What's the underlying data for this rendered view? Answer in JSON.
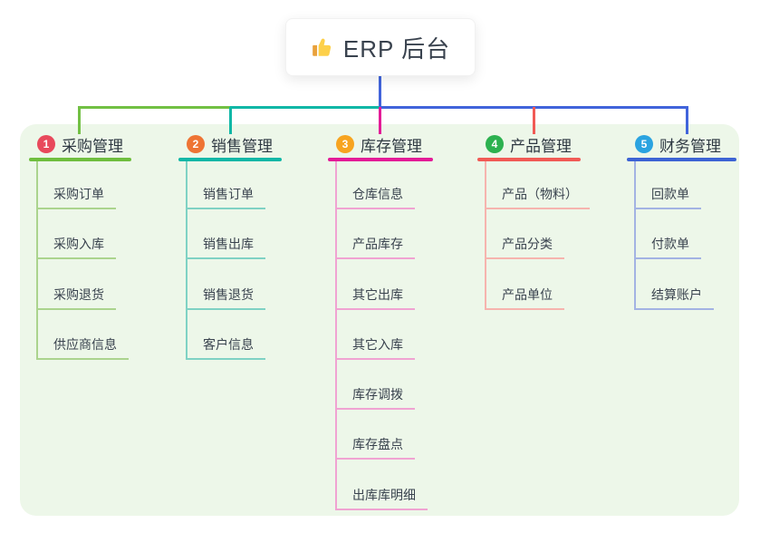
{
  "root": {
    "label": "ERP 后台",
    "icon": "thumbs-up"
  },
  "branches": [
    {
      "index": "1",
      "label": "采购管理",
      "badge_color": "#e8495c",
      "line_color": "#6fbe3e",
      "light_line_color": "#abd48e",
      "children": [
        "采购订单",
        "采购入库",
        "采购退货",
        "供应商信息"
      ]
    },
    {
      "index": "2",
      "label": "销售管理",
      "badge_color": "#ee7434",
      "line_color": "#10b7a6",
      "light_line_color": "#7fd2c4",
      "children": [
        "销售订单",
        "销售出库",
        "销售退货",
        "客户信息"
      ]
    },
    {
      "index": "3",
      "label": "库存管理",
      "badge_color": "#f7a41f",
      "line_color": "#e31b97",
      "light_line_color": "#f0a3d2",
      "children": [
        "仓库信息",
        "产品库存",
        "其它出库",
        "其它入库",
        "库存调拨",
        "库存盘点",
        "出库库明细"
      ]
    },
    {
      "index": "4",
      "label": "产品管理",
      "badge_color": "#2cb14f",
      "line_color": "#f15a55",
      "light_line_color": "#f6b4ae",
      "children": [
        "产品（物料）",
        "产品分类",
        "产品单位"
      ]
    },
    {
      "index": "5",
      "label": "财务管理",
      "badge_color": "#2aa3e0",
      "line_color": "#3c63d4",
      "light_line_color": "#a3b3e3",
      "children": [
        "回款单",
        "付款单",
        "结算账户"
      ]
    }
  ],
  "colors": {
    "panel_background": "#edf7e9",
    "root_connector": "#4164db",
    "connector_green": "#72c044",
    "connector_teal": "#10b7a6",
    "connector_magenta": "#e31b97",
    "connector_red": "#f15a55",
    "connector_blue": "#4164db",
    "text": "#39424e"
  }
}
